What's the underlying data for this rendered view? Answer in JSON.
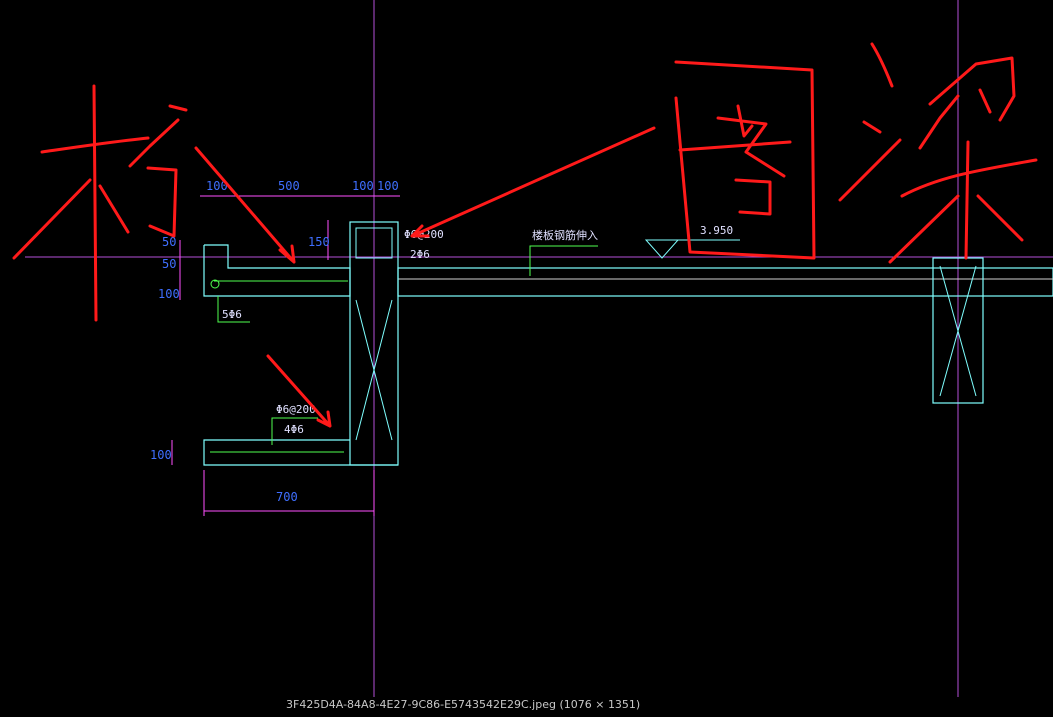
{
  "image_caption": "3F425D4A-84A8-4E27-9C86-E5743542E29C.jpeg (1076 × 1351)",
  "dimensions": {
    "top_left": "100",
    "top_mid": "500",
    "top_right_a": "100",
    "top_right_b": "100",
    "left_50a": "50",
    "left_50b": "50",
    "left_100": "100",
    "mid_150": "150",
    "bottom_100": "100",
    "bottom_700": "700"
  },
  "labels": {
    "rebar_5": "5Φ6",
    "rebar_2": "2Φ6",
    "rebar_4": "4Φ6",
    "stirrup_top": "Φ6@200",
    "stirrup_bottom": "Φ6@200",
    "slab_note": "楼板钢筋伸入",
    "elevation": "3.950"
  },
  "annotations": {
    "left_char": "构",
    "right_chars": "圈梁"
  },
  "colors": {
    "background": "#000000",
    "outline_cyan": "#7fffff",
    "dimension_magenta": "#ff4fff",
    "dimension_text": "#3f6fff",
    "rebar_green": "#4fff4f",
    "axis_purple": "#b44fd8",
    "handwriting_red": "#ff1a1a"
  }
}
